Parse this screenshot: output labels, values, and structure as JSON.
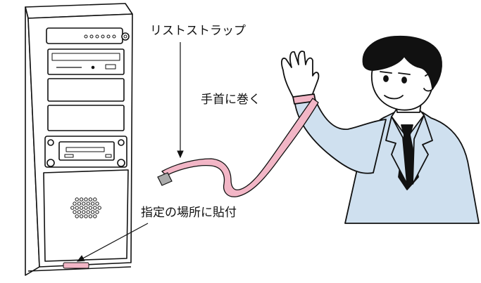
{
  "labels": {
    "wrist_strap": "リストストラップ",
    "wrap_around_wrist": "手首に巻く",
    "attach_at_location": "指定の場所に貼付"
  },
  "colors": {
    "line": "#111111",
    "suit": "#cfe0ef",
    "skin": "#ffffff",
    "strap": "#f2b6c6",
    "sticker": "#f2b6c6",
    "tie": "#111111",
    "hair": "#111111",
    "clip": "#aaaaaa"
  }
}
